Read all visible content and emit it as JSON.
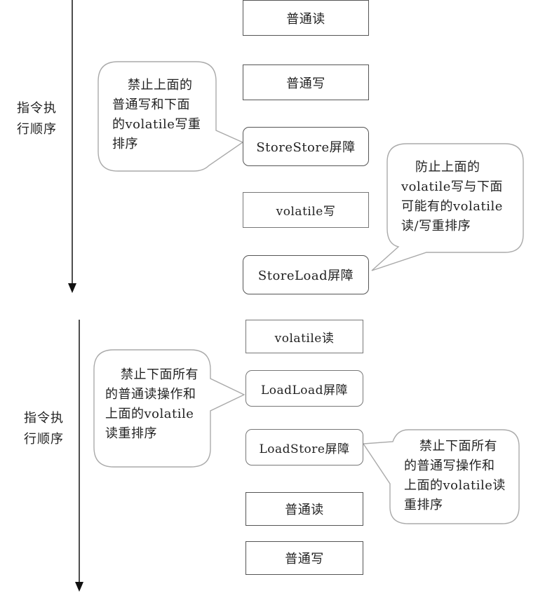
{
  "top": {
    "axis_label": [
      "指令执",
      "行顺序"
    ],
    "boxes": [
      "普通读",
      "普通写",
      "StoreStore屏障",
      "volatile写",
      "StoreLoad屏障"
    ],
    "note_left": [
      "禁止上面的",
      "普通写和下面",
      "的volatile写重",
      "排序"
    ],
    "note_right": [
      "防止上面的",
      "volatile写与下面",
      "可能有的volatile",
      "读/写重排序"
    ]
  },
  "bottom": {
    "axis_label": [
      "指令执",
      "行顺序"
    ],
    "boxes": [
      "volatile读",
      "LoadLoad屏障",
      "LoadStore屏障",
      "普通读",
      "普通写"
    ],
    "note_left": [
      "禁止下面所有",
      "的普通读操作和",
      "上面的volatile",
      "读重排序"
    ],
    "note_right": [
      "禁止下面所有",
      "的普通写操作和",
      "上面的volatile读",
      "重排序"
    ]
  }
}
